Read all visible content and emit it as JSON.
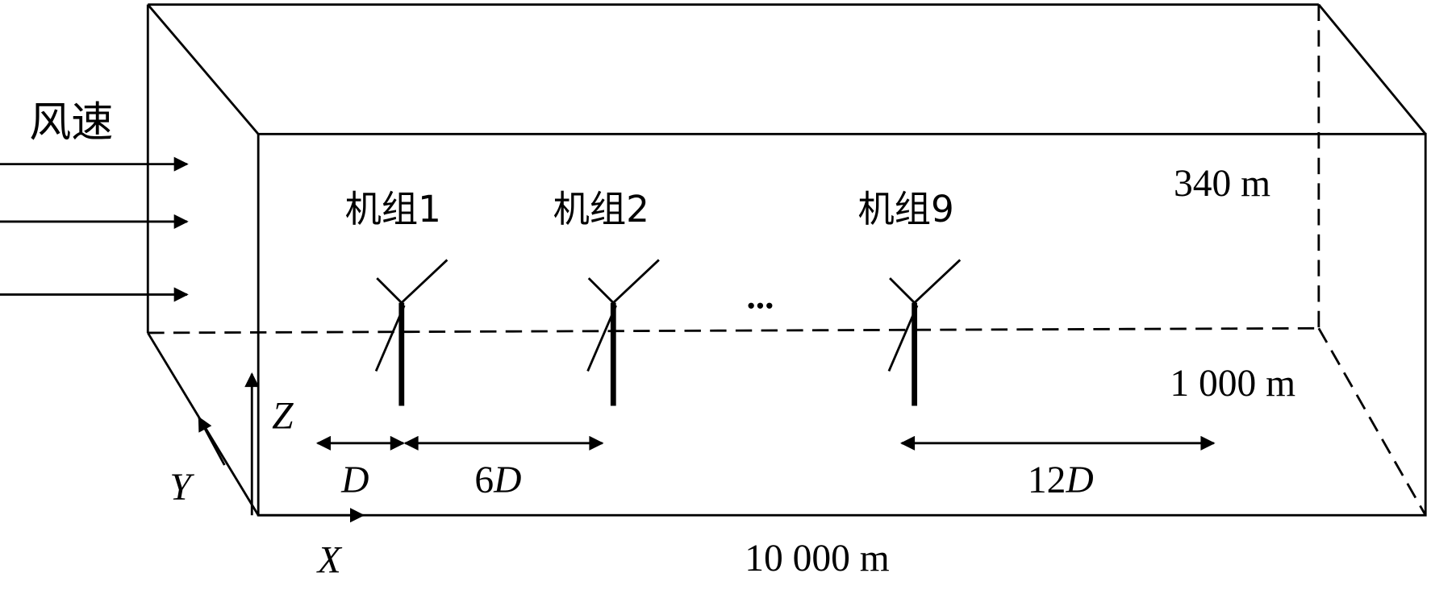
{
  "wind_label": "风速",
  "turbines": [
    {
      "label": "机组1"
    },
    {
      "label": "机组2"
    },
    {
      "label": "机组9"
    }
  ],
  "ellipsis": "...",
  "dimensions": {
    "height": "340 m",
    "width": "1 000 m",
    "length": "10 000 m",
    "d1": "D",
    "d2_num": "6",
    "d2_unit": "D",
    "d3_num": "12",
    "d3_unit": "D"
  },
  "axes": {
    "x": "X",
    "y": "Y",
    "z": "Z"
  }
}
